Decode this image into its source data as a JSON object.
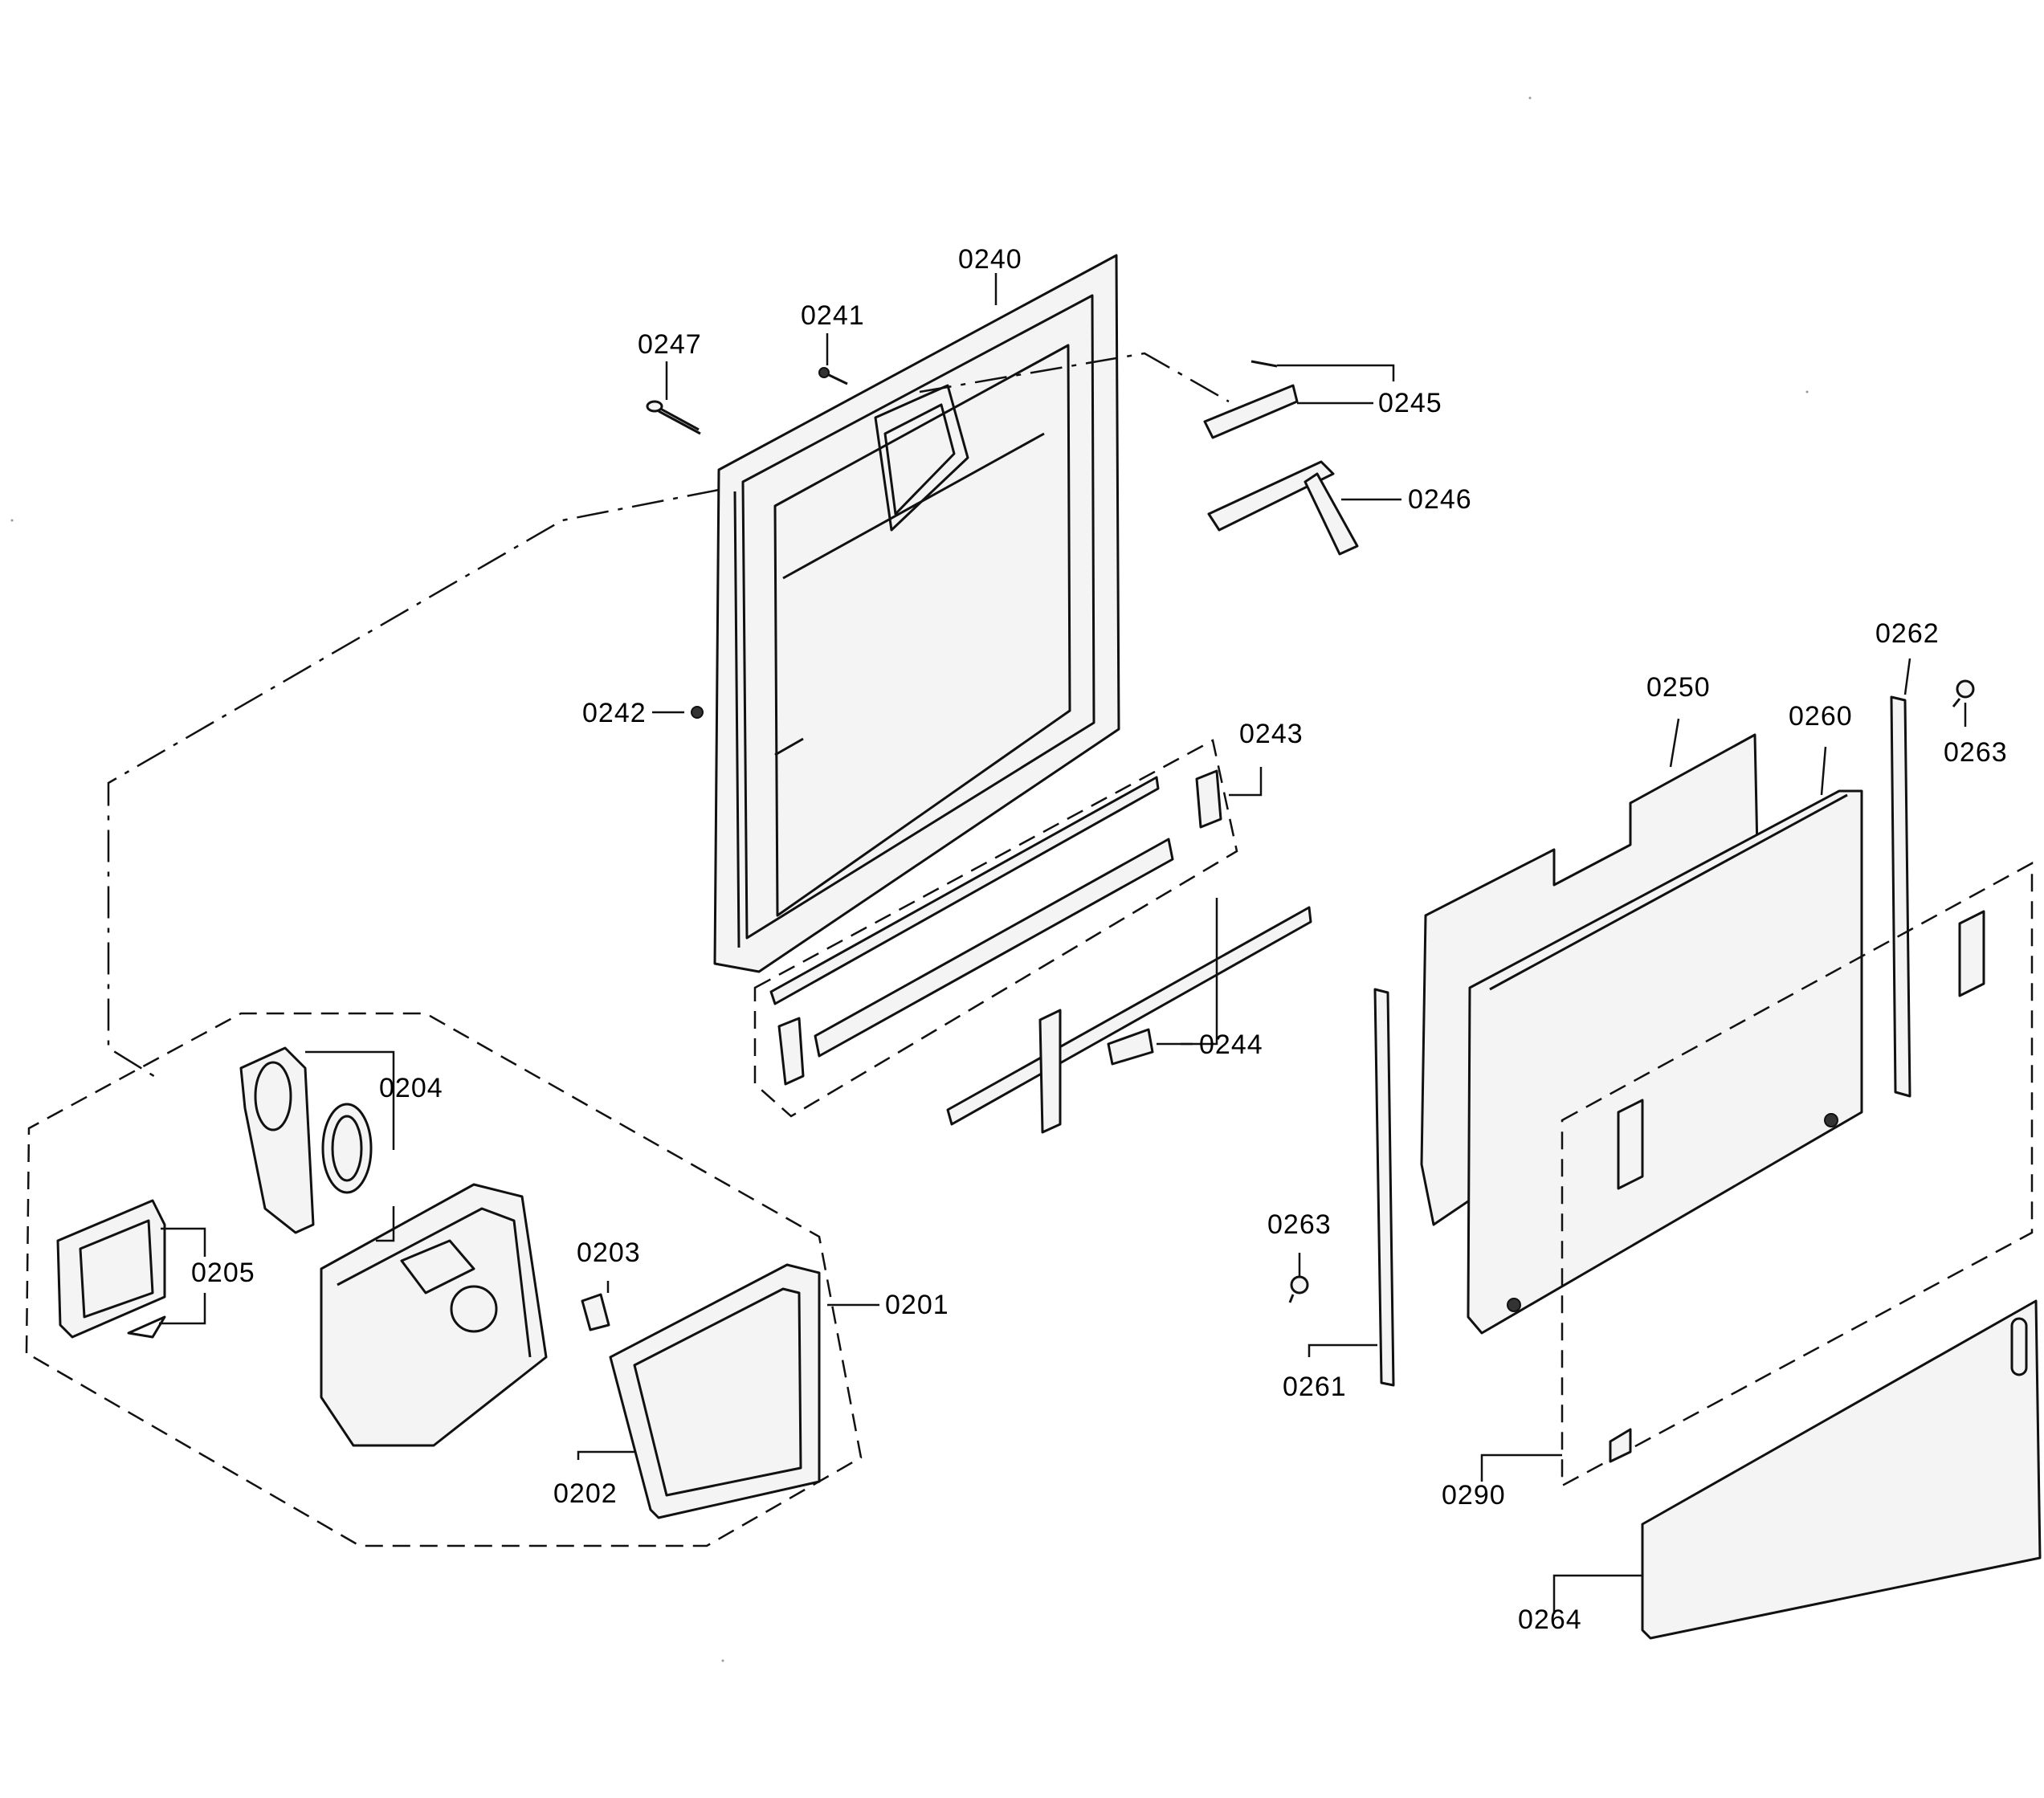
{
  "callouts": {
    "c0240": "0240",
    "c0241": "0241",
    "c0247": "0247",
    "c0245": "0245",
    "c0246": "0246",
    "c0242": "0242",
    "c0243": "0243",
    "c0244": "0244",
    "c0250": "0250",
    "c0260": "0260",
    "c0262": "0262",
    "c0263a": "0263",
    "c0263b": "0263",
    "c0261": "0261",
    "c0290": "0290",
    "c0264": "0264",
    "c0204": "0204",
    "c0205": "0205",
    "c0203": "0203",
    "c0201": "0201",
    "c0202": "0202"
  }
}
